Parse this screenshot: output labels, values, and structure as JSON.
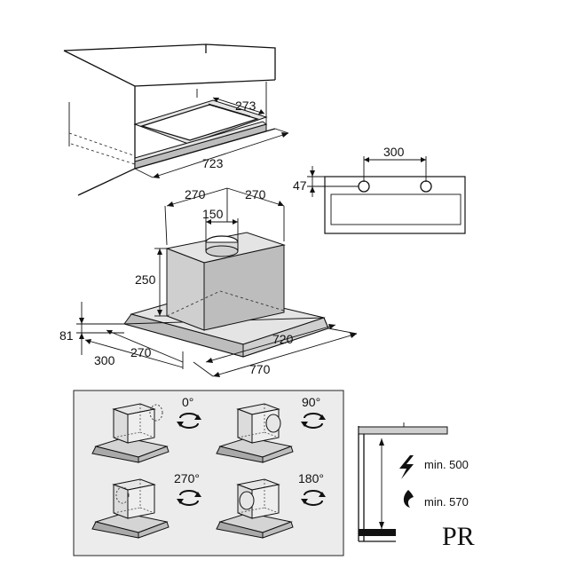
{
  "dimensions": {
    "cabinet_depth": "273",
    "cabinet_width": "723",
    "mount_hole_spacing": "300",
    "mount_height": "47",
    "top_left_depth": "270",
    "top_right_depth": "270",
    "outlet_diameter": "150",
    "chimney_height": "250",
    "front_height": "81",
    "side_300": "300",
    "side_270": "270",
    "inner_width": "720",
    "total_width": "770"
  },
  "rotations": {
    "r0": "0°",
    "r90": "90°",
    "r270": "270°",
    "r180": "180°"
  },
  "clearance": {
    "electric_min": "min. 500",
    "gas_min": "min. 570"
  },
  "logo_text": "PR"
}
